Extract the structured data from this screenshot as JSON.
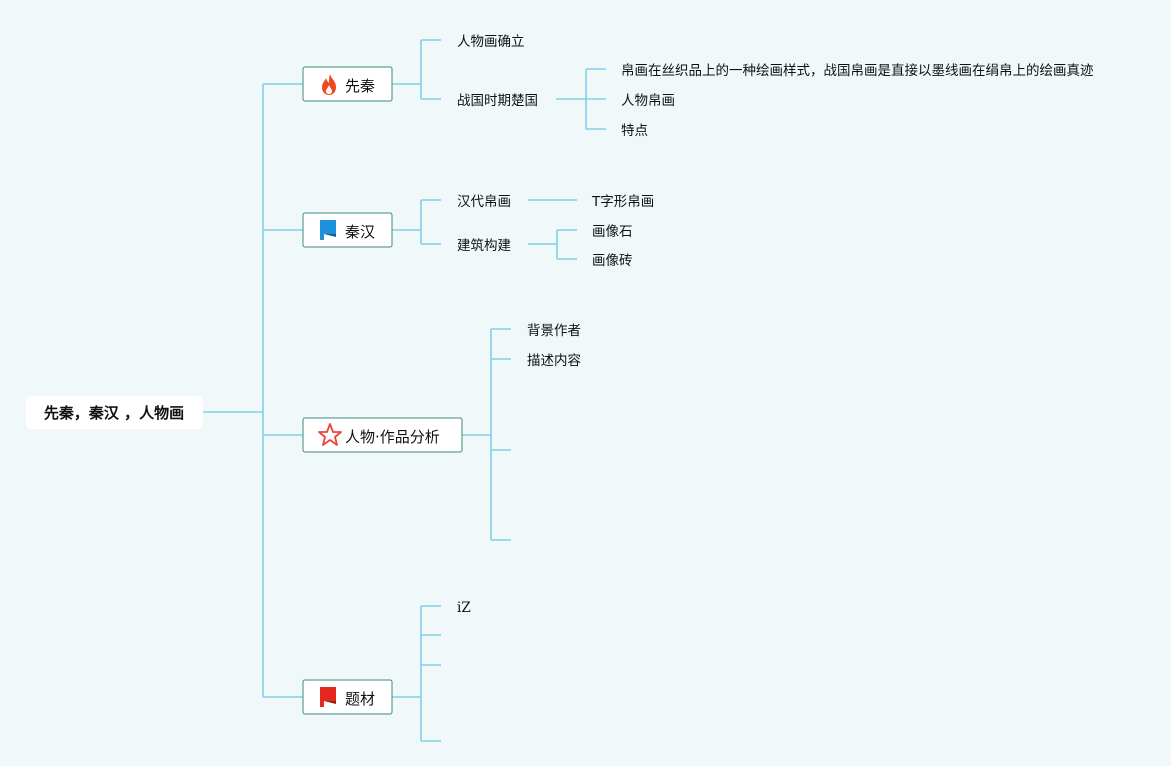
{
  "root": {
    "label": "先秦，秦汉 ，人物画"
  },
  "topics": [
    {
      "label": "先秦",
      "icon": "fire-icon",
      "icon_color": "#f0471f",
      "children": [
        {
          "label": "人物画确立",
          "children": []
        },
        {
          "label": "战国时期楚国",
          "children": [
            {
              "label": "帛画在丝织品上的一种绘画样式，战国帛画是直接以墨线画在绢帛上的绘画真迹"
            },
            {
              "label": "人物帛画"
            },
            {
              "label": "特点"
            }
          ]
        }
      ]
    },
    {
      "label": "秦汉",
      "icon": "flag-icon",
      "icon_color": "#1e90dc",
      "children": [
        {
          "label": "汉代帛画",
          "children": [
            {
              "label": "T字形帛画"
            }
          ]
        },
        {
          "label": "建筑构建",
          "children": [
            {
              "label": "画像石"
            },
            {
              "label": "画像砖"
            }
          ]
        }
      ]
    },
    {
      "label": "人物·作品分析",
      "icon": "star-icon",
      "icon_color": "#e8463c",
      "children": [
        {
          "label": "背景作者"
        },
        {
          "label": "描述内容"
        },
        {
          "label": ""
        },
        {
          "label": ""
        }
      ]
    },
    {
      "label": "题材",
      "icon": "flag-icon",
      "icon_color": "#e4281e",
      "children": [
        {
          "label": "iZ"
        },
        {
          "label": ""
        },
        {
          "label": ""
        },
        {
          "label": ""
        },
        {
          "label": ""
        }
      ]
    }
  ]
}
